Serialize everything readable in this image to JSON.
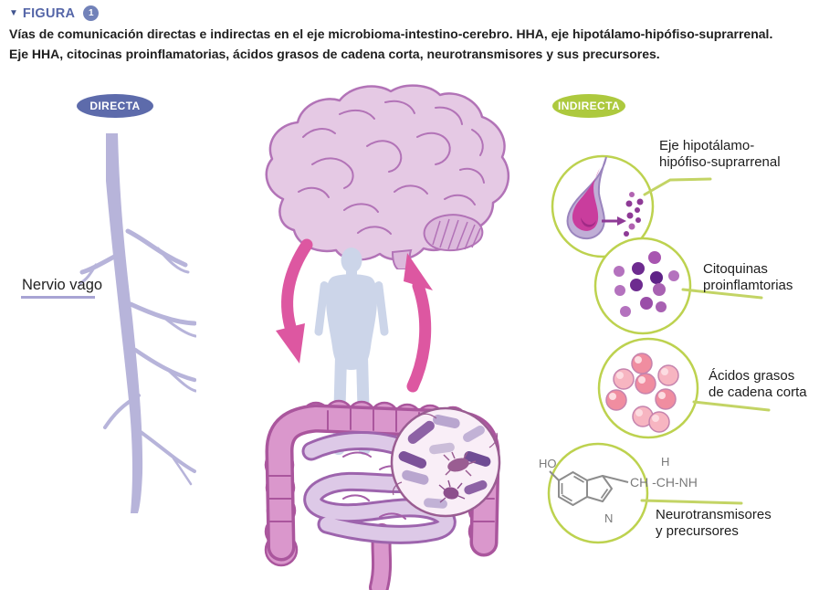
{
  "header": {
    "marker": "▼",
    "figure_label": "FIGURA",
    "figure_number": "1",
    "caption_line1": "Vías de comunicación directas e indirectas en el eje microbioma-intestino-cerebro. HHA, eje hipotálamo-hipófiso-suprarrenal.",
    "caption_line2": "Eje HHA, citocinas proinflamatorias, ácidos grasos de cadena corta, neurotransmisores y sus precursores."
  },
  "direct": {
    "badge_label": "DIRECTA",
    "nerve_label": "Nervio vago"
  },
  "indirect": {
    "badge_label": "INDIRECTA",
    "items": [
      {
        "icon": "pituitary-gland-icon",
        "line1": "Eje hipotálamo-",
        "line2": "hipófiso-suprarrenal"
      },
      {
        "icon": "cytokine-dots-icon",
        "line1": "Citoquinas",
        "line2": "proinflamtorias"
      },
      {
        "icon": "fatty-acid-spheres-icon",
        "line1": "Ácidos grasos",
        "line2": "de cadena corta"
      },
      {
        "icon": "serotonin-molecule-icon",
        "line1": "Neurotransmisores",
        "line2": "y precursores"
      }
    ]
  },
  "molecule_labels": {
    "hydroxyl": "HO",
    "hydrogen": "H",
    "side_chain": "CH -CH-NH",
    "nitrogen": "N"
  },
  "palette": {
    "figure_label_blue": "#5566a8",
    "direct_badge": "#5d6bab",
    "indirect_badge": "#adc93e",
    "arrow_pink": "#dd57a1",
    "nerve_lavender": "#b7b4da",
    "connector_green": "#c3d465",
    "circle_ring_green": "#bdd24f",
    "brain_pink": "#e5c9e4",
    "intestine_pink": "#da97cc",
    "silhouette_blue": "#ccd5e9",
    "gland_magenta": "#c93d9d"
  }
}
